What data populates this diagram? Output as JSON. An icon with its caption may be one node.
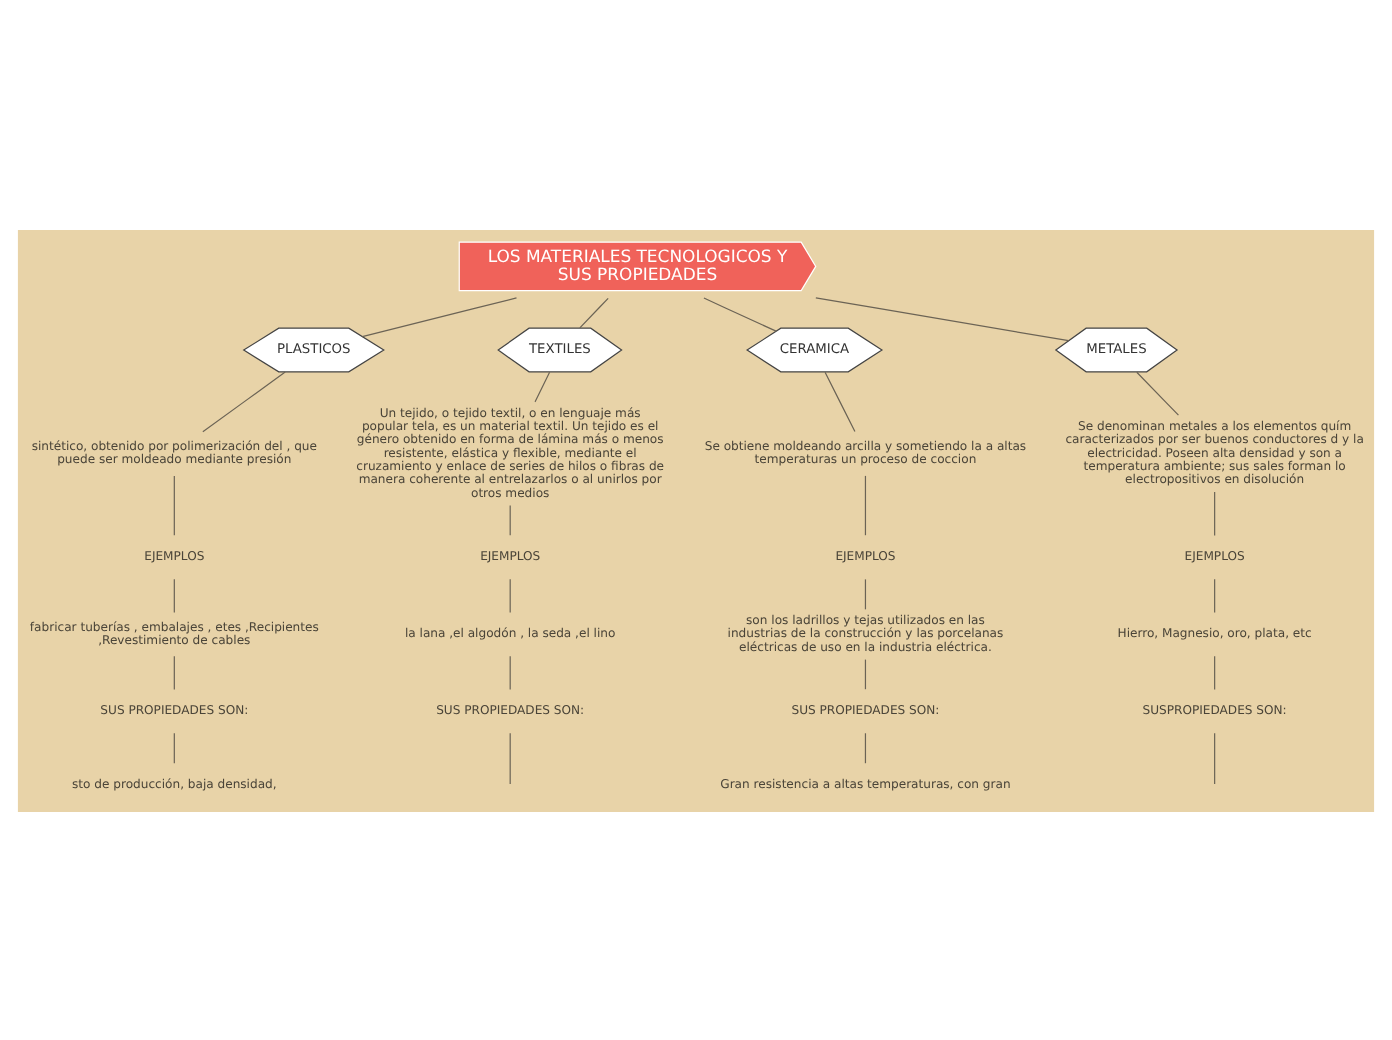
{
  "diagram": {
    "nodes": [
      {
        "text": [
          "LOS MATERIALES TECNOLOGICOS Y SUS PROPIEDADES"
        ]
      },
      {
        "text": [
          "PLASTICOS"
        ]
      },
      {
        "text": [
          "TEXTILES"
        ]
      },
      {
        "text": [
          "CERAMICA"
        ]
      },
      {
        "text": [
          "METALES"
        ]
      },
      {
        "text": [
          "sintético, obtenido por polimerización del , que puede ser moldeado mediante presión"
        ]
      },
      {
        "text": [
          "EJEMPLOS"
        ]
      },
      {
        "text": [
          "fabricar tuberías , embalajes , etes ,Recipientes ,Revestimiento de cables"
        ]
      },
      {
        "text": [
          "SUS PROPIEDADES SON:"
        ]
      },
      {
        "text": [
          "sto de producción, baja densidad,"
        ]
      },
      {
        "text": [
          "Un tejido, o tejido textil, o en lenguaje más popular tela, es un material textil. Un tejido es el género obtenido en forma de lámina más o menos resistente, elástica y flexible, mediante el cruzamiento y enlace de series de hilos o fibras de manera coherente al entrelazarlos o al unirlos por otros medios"
        ]
      },
      {
        "text": [
          "EJEMPLOS"
        ]
      },
      {
        "text": [
          "la lana ,el algodón , la seda ,el lino"
        ]
      },
      {
        "text": [
          "SUS PROPIEDADES SON:"
        ]
      },
      {
        "text": [
          "Se obtiene moldeando arcilla y sometiendo la a altas temperaturas un proceso de coccion"
        ]
      },
      {
        "text": [
          "EJEMPLOS"
        ]
      },
      {
        "text": [
          "son los ladrillos y tejas utilizados en las industrias de la construcción y las porcelanas eléctricas de uso en la industria eléctrica."
        ]
      },
      {
        "text": [
          "SUS PROPIEDADES SON:"
        ]
      },
      {
        "text": [
          "Gran resistencia a altas temperaturas, con gran"
        ]
      },
      {
        "text": [
          "Se denominan metales a los elementos quím caracterizados por ser buenos conductores d y la electricidad. Poseen alta densidad y son a temperatura ambiente; sus sales forman lo electropositivos en disolución"
        ]
      },
      {
        "text": [
          "EJEMPLOS"
        ]
      },
      {
        "text": [
          "Hierro, Magnesio, oro, plata, etc"
        ]
      },
      {
        "text": [
          "SUSPROPIEDADES SON:"
        ]
      }
    ],
    "edges": [
      {
        "from": 0,
        "to": 1,
        "arrow": "none"
      },
      {
        "from": 0,
        "to": 2,
        "arrow": "none"
      },
      {
        "from": 0,
        "to": 3,
        "arrow": "none"
      },
      {
        "from": 0,
        "to": 4,
        "arrow": "none"
      },
      {
        "from": 1,
        "to": 5,
        "arrow": "none"
      },
      {
        "from": 5,
        "to": 6,
        "arrow": "none"
      },
      {
        "from": 6,
        "to": 7,
        "arrow": "none"
      },
      {
        "from": 7,
        "to": 8,
        "arrow": "none"
      },
      {
        "from": 8,
        "to": 9,
        "arrow": "none"
      },
      {
        "from": 2,
        "to": 10,
        "arrow": "none"
      },
      {
        "from": 10,
        "to": 11,
        "arrow": "none"
      },
      {
        "from": 11,
        "to": 12,
        "arrow": "none"
      },
      {
        "from": 12,
        "to": 13,
        "arrow": "none"
      },
      {
        "from": 13,
        "to": null,
        "arrow": "none"
      },
      {
        "from": 3,
        "to": 14,
        "arrow": "none"
      },
      {
        "from": 14,
        "to": 15,
        "arrow": "none"
      },
      {
        "from": 15,
        "to": 16,
        "arrow": "none"
      },
      {
        "from": 16,
        "to": 17,
        "arrow": "none"
      },
      {
        "from": 17,
        "to": 18,
        "arrow": "none"
      },
      {
        "from": 4,
        "to": 19,
        "arrow": "none"
      },
      {
        "from": 19,
        "to": 20,
        "arrow": "none"
      },
      {
        "from": 20,
        "to": 21,
        "arrow": "none"
      },
      {
        "from": 21,
        "to": 22,
        "arrow": "none"
      },
      {
        "from": 22,
        "to": null,
        "arrow": "none"
      }
    ]
  }
}
